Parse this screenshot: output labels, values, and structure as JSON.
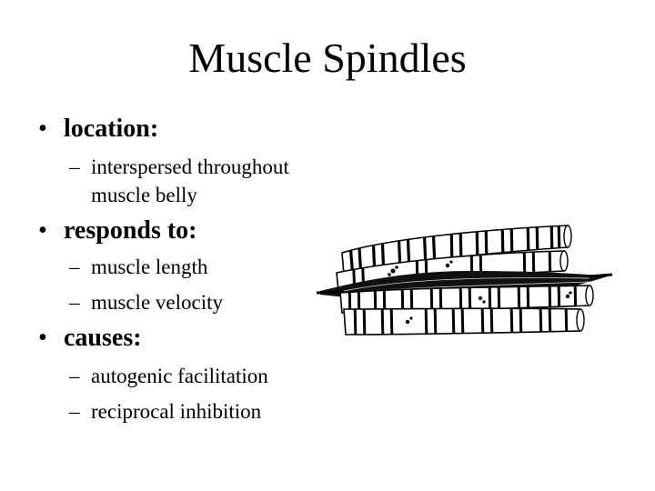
{
  "slide": {
    "title": "Muscle Spindles",
    "bullets": [
      {
        "label": "location:",
        "subitems": [
          "interspersed throughout muscle belly"
        ]
      },
      {
        "label": "responds to:",
        "subitems": [
          "muscle length",
          "muscle velocity"
        ]
      },
      {
        "label": "causes:",
        "subitems": [
          "autogenic facilitation",
          "reciprocal inhibition"
        ]
      }
    ],
    "bullet_glyph": "•",
    "dash_glyph": "–",
    "illustration": "muscle-spindle-illustration"
  }
}
